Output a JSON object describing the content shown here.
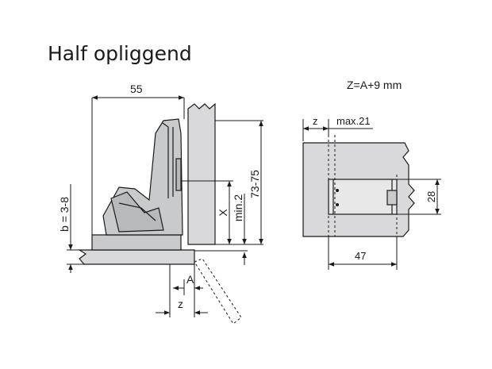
{
  "title": "Half opliggend",
  "formula": "Z=A+9 mm",
  "side_view": {
    "width_label": "55",
    "height_label": "73-75",
    "x_label": "X",
    "min_label": "min.2",
    "b_label": "b = 3-8",
    "a_label": "A",
    "z_label": "z"
  },
  "plan_view": {
    "z_label": "z",
    "max_label": "max.21",
    "depth_label": "28",
    "width_label": "47"
  },
  "colors": {
    "panel_fill": "#d9d9db",
    "hinge_fill": "#c9cacc",
    "line": "#1a1a1a"
  }
}
